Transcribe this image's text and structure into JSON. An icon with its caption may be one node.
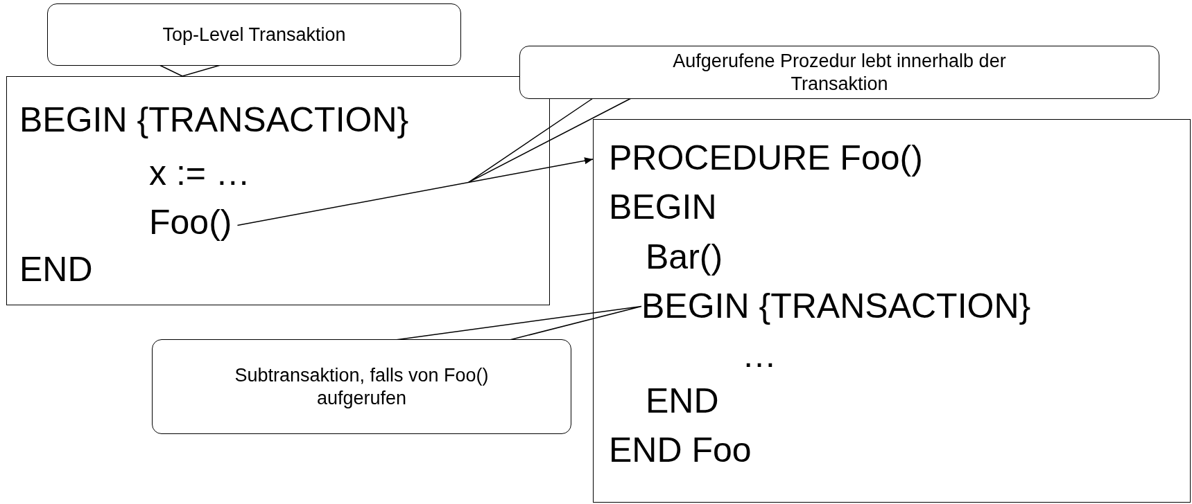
{
  "diagram": {
    "nodes": [
      {
        "text": [
          "Top-Level Transaktion"
        ]
      },
      {
        "text": [],
        "shape": "box"
      },
      {
        "text": [
          "BEGIN {TRANSACTION}"
        ],
        "in": 1
      },
      {
        "text": [
          "x := …"
        ],
        "in": 1
      },
      {
        "text": [
          "Foo()"
        ],
        "in": 1
      },
      {
        "text": [
          "END"
        ],
        "in": 1
      },
      {
        "text": [
          "Aufgerufene Prozedur lebt innerhalb der Transaktion"
        ]
      },
      {
        "text": [],
        "shape": "box"
      },
      {
        "text": [
          "PROCEDURE Foo()"
        ],
        "in": 7
      },
      {
        "text": [
          "BEGIN"
        ],
        "in": 7
      },
      {
        "text": [
          "Bar()"
        ],
        "in": 7
      },
      {
        "text": [
          "BEGIN {TRANSACTION}"
        ],
        "in": 7
      },
      {
        "text": [
          "…"
        ],
        "in": 7
      },
      {
        "text": [
          "END"
        ],
        "in": 7
      },
      {
        "text": [
          "END Foo"
        ],
        "in": 7
      },
      {
        "text": [
          "Subtransaktion, falls von Foo() aufgerufen"
        ]
      }
    ],
    "edges": [
      {
        "from": 0,
        "to": 1,
        "arrow": "none"
      },
      {
        "from": 4,
        "to": 7,
        "arrow": "to"
      },
      {
        "from": 6,
        "to": null,
        "arrow": "none"
      },
      {
        "from": 15,
        "to": 11,
        "arrow": "none"
      }
    ]
  }
}
